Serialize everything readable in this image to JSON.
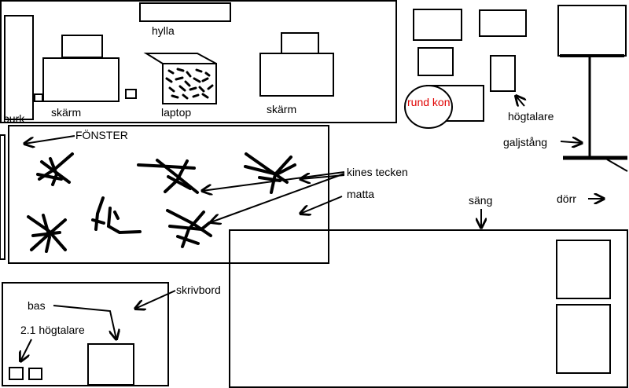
{
  "labels": {
    "hylla": "hylla",
    "burk": "burk",
    "skarm_left": "skärm",
    "laptop": "laptop",
    "skarm_right": "skärm",
    "fonster": "FÖNSTER",
    "kines_tecken": "kines tecken",
    "matta": "matta",
    "rund_kon": "rund kon",
    "hogtalare": "högtalare",
    "galjstang": "galjstång",
    "sang": "säng",
    "dorr": "dörr",
    "skrivbord": "skrivbord",
    "bas": "bas",
    "hogtalare_21": "2.1 högtalare"
  },
  "colors": {
    "ink": "#000000",
    "red_label": "#e00000",
    "background": "#ffffff"
  }
}
